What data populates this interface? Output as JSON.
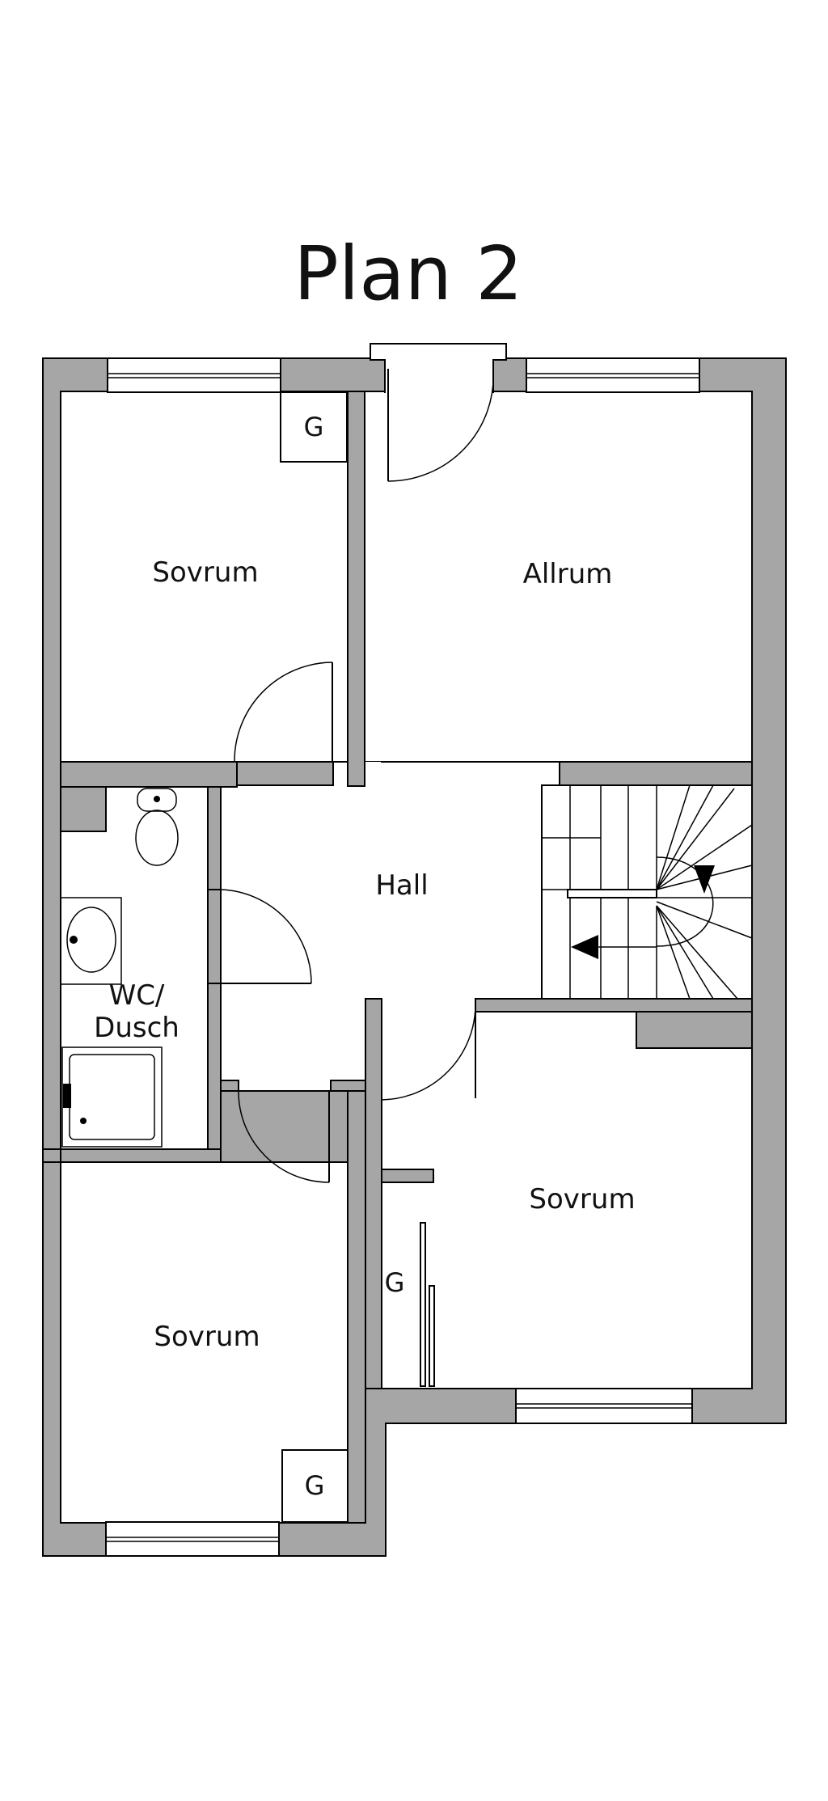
{
  "plan": {
    "title": "Plan 2"
  },
  "rooms": {
    "sovrum_top": "Sovrum",
    "allrum": "Allrum",
    "hall": "Hall",
    "wc_line1": "WC/",
    "wc_line2": "Dusch",
    "sovrum_right": "Sovrum",
    "sovrum_bottom": "Sovrum"
  },
  "closets": {
    "top": "G",
    "middle": "G",
    "bottom": "G"
  },
  "colors": {
    "wall": "#a6a6a6",
    "floor": "#ffffff",
    "line": "#000000"
  }
}
